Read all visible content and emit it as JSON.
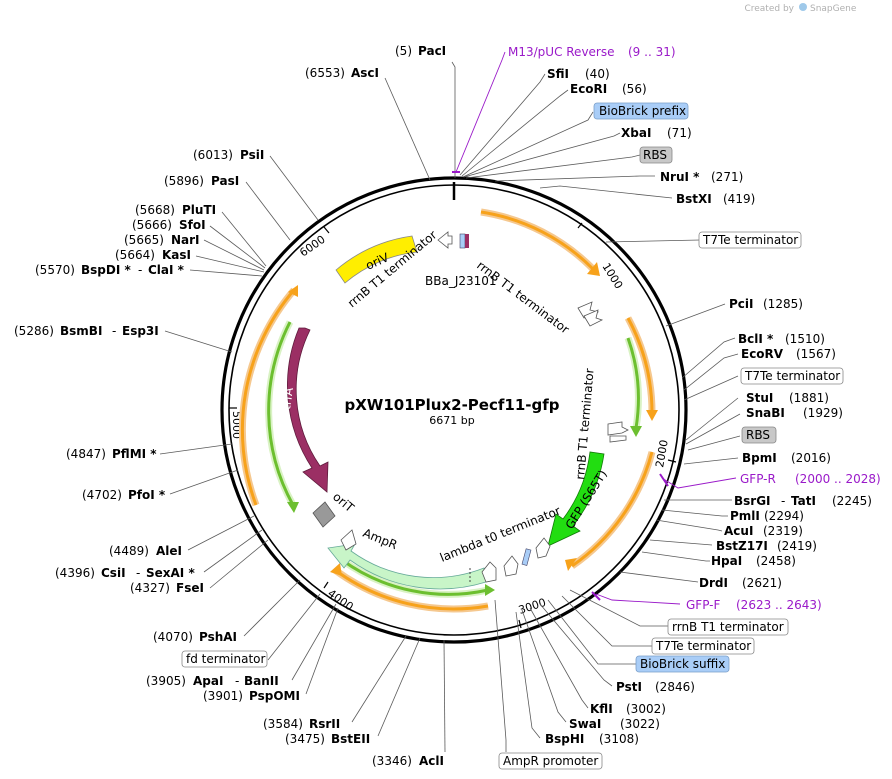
{
  "header": {
    "created_by": "Created by",
    "brand": "SnapGene"
  },
  "plasmid": {
    "name": "pXW101Plux2-Pecf11-gfp",
    "size": "6671 bp"
  },
  "ticks": [
    "1000",
    "2000",
    "3000",
    "4000",
    "5000",
    "6000"
  ],
  "sites": {
    "paci": {
      "pos": "(5)",
      "name": "PacI"
    },
    "asci": {
      "pos": "(6553)",
      "name": "AscI"
    },
    "sfii": {
      "name": "SfiI",
      "pos": "(40)"
    },
    "ecori": {
      "name": "EcoRI",
      "pos": "(56)"
    },
    "xbai": {
      "name": "XbaI",
      "pos": "(71)"
    },
    "nrui": {
      "name": "NruI *",
      "pos": "(271)"
    },
    "bstxi": {
      "name": "BstXI",
      "pos": "(419)"
    },
    "pcii": {
      "name": "PciI",
      "pos": "(1285)"
    },
    "bcli": {
      "name": "BclI *",
      "pos": "(1510)"
    },
    "ecorv": {
      "name": "EcoRV",
      "pos": "(1567)"
    },
    "stui": {
      "name": "StuI",
      "pos": "(1881)"
    },
    "snabi": {
      "name": "SnaBI",
      "pos": "(1929)"
    },
    "bpmi": {
      "name": "BpmI",
      "pos": "(2016)"
    },
    "bsrgi": {
      "name": "BsrGI",
      "sep": "-",
      "name2": "TatI",
      "pos": "(2245)"
    },
    "pmli": {
      "name": "PmlI",
      "pos": "(2294)"
    },
    "acui": {
      "name": "AcuI",
      "pos": "(2319)"
    },
    "bstz17i": {
      "name": "BstZ17I",
      "pos": "(2419)"
    },
    "hpai": {
      "name": "HpaI",
      "pos": "(2458)"
    },
    "drdi": {
      "name": "DrdI",
      "pos": "(2621)"
    },
    "psti": {
      "name": "PstI",
      "pos": "(2846)"
    },
    "kfli": {
      "name": "KflI",
      "pos": "(3002)"
    },
    "swai": {
      "name": "SwaI",
      "pos": "(3022)"
    },
    "bsphi": {
      "name": "BspHI",
      "pos": "(3108)"
    },
    "acli": {
      "pos": "(3346)",
      "name": "AclI"
    },
    "bsteii": {
      "pos": "(3475)",
      "name": "BstEII"
    },
    "rsrii": {
      "pos": "(3584)",
      "name": "RsrII"
    },
    "pspomi": {
      "pos": "(3901)",
      "name": "PspOMI"
    },
    "apai": {
      "pos": "(3905)",
      "name": "ApaI",
      "sep": "-",
      "name2": "BanII"
    },
    "pshai": {
      "pos": "(4070)",
      "name": "PshAI"
    },
    "fsei": {
      "pos": "(4327)",
      "name": "FseI"
    },
    "csii": {
      "pos": "(4396)",
      "name": "CsiI",
      "sep": "-",
      "name2": "SexAI *"
    },
    "alei": {
      "pos": "(4489)",
      "name": "AleI"
    },
    "pfoi": {
      "pos": "(4702)",
      "name": "PfoI *"
    },
    "pflmi": {
      "pos": "(4847)",
      "name": "PflMI *"
    },
    "bsmbi": {
      "pos": "(5286)",
      "name": "BsmBI",
      "sep": "-",
      "name2": "Esp3I"
    },
    "bspdi": {
      "pos": "(5570)",
      "name": "BspDI *",
      "sep": "-",
      "name2": "ClaI *"
    },
    "kasi": {
      "pos": "(5664)",
      "name": "KasI"
    },
    "nari": {
      "pos": "(5665)",
      "name": "NarI"
    },
    "sfoi": {
      "pos": "(5666)",
      "name": "SfoI"
    },
    "pluti": {
      "pos": "(5668)",
      "name": "PluTI"
    },
    "pasi": {
      "pos": "(5896)",
      "name": "PasI"
    },
    "psii": {
      "pos": "(6013)",
      "name": "PsiI"
    }
  },
  "primers": {
    "m13": {
      "name": "M13/pUC Reverse",
      "range": "(9 .. 31)"
    },
    "gfpr": {
      "name": "GFP-R",
      "range": "(2000 .. 2028)"
    },
    "gfpf": {
      "name": "GFP-F",
      "range": "(2623 .. 2643)"
    }
  },
  "boxed": {
    "biobrick_prefix": "BioBrick prefix",
    "rbs_top": "RBS",
    "t7te_1": "T7Te terminator",
    "t7te_2": "T7Te terminator",
    "rbs_mid": "RBS",
    "rrnb_t1": "rrnB T1 terminator",
    "t7te_3": "T7Te terminator",
    "biobrick_suffix": "BioBrick suffix",
    "ampr_promoter": "AmpR promoter",
    "fd_terminator": "fd terminator"
  },
  "features": {
    "oriv": "oriV",
    "rrnb_left": "rrnB T1 terminator",
    "bba": "BBa_J23101",
    "rrnb_right": "rrnB T1 terminator",
    "rrnb_inner": "rrnB T1 terminator",
    "gfp": "GFP (S65T)",
    "trfa": "trfA",
    "orit": "oriT",
    "ampr": "AmpR",
    "lambda": "lambda t0 terminator"
  },
  "colors": {
    "orange": "#f7a21b",
    "green": "#6cbf2f",
    "trfa": "#9b2f64",
    "gfp": "#22dd11",
    "oriv": "#ffee00",
    "ampr": "#c8f5c8",
    "rbs_box": "#c8c8c8",
    "biobrick_box": "#a9cdf7",
    "primer": "#9a1ac9"
  }
}
